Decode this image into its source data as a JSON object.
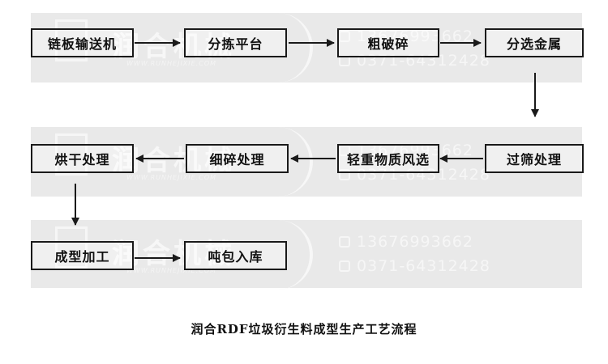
{
  "watermark": {
    "brand": "润合机械",
    "site": "WWW.RUNHEJIXIE.COM",
    "phone": "13676993662",
    "tel": "0371-64312428"
  },
  "steps": {
    "s1": "链板输送机",
    "s2": "分拣平台",
    "s3": "粗破碎",
    "s4": "分选金属",
    "s5": "过筛处理",
    "s6": "轻重物质风选",
    "s7": "细碎处理",
    "s8": "烘干处理",
    "s9": "成型加工",
    "s10": "吨包入库"
  },
  "caption": "润合RDF垃圾衍生料成型生产工艺流程"
}
